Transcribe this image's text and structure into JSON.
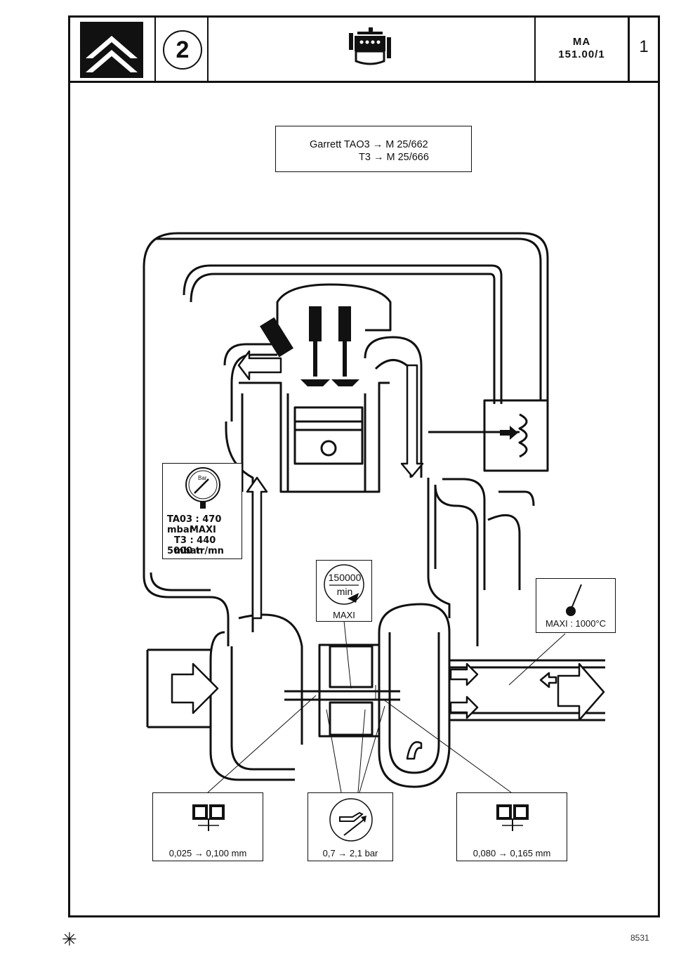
{
  "header": {
    "chapter_number": "2",
    "doc_ref_line1": "MA",
    "doc_ref_line2": "151.00/1",
    "page_number": "1"
  },
  "garrett": {
    "line1": "Garrett TAO3 → M 25/662",
    "line2": "T3 → M 25/666"
  },
  "boost_gauge": {
    "dial_label": "Bar",
    "line1": "TA03 : 470 mbar",
    "line2": "MAXI",
    "line3": "T3 : 440 mbar",
    "line4": "5000 tr/mn"
  },
  "speed_box": {
    "value": "150000",
    "unit": "min",
    "label": "MAXI"
  },
  "temp_box": {
    "label": "MAXI : 1000°C"
  },
  "clearance_left": {
    "label": "0,025 → 0,100 mm"
  },
  "oil_pressure": {
    "label": "0,7 → 2,1 bar"
  },
  "clearance_right": {
    "label": "0,080 → 0,165 mm"
  },
  "footer": {
    "code": "8531"
  },
  "icons": [
    "citroen-chevron-logo-icon",
    "engine-icon",
    "pressure-gauge-icon",
    "tachometer-icon",
    "thermometer-icon",
    "axial-play-icon",
    "oil-pressure-icon",
    "asterisk-icon"
  ]
}
